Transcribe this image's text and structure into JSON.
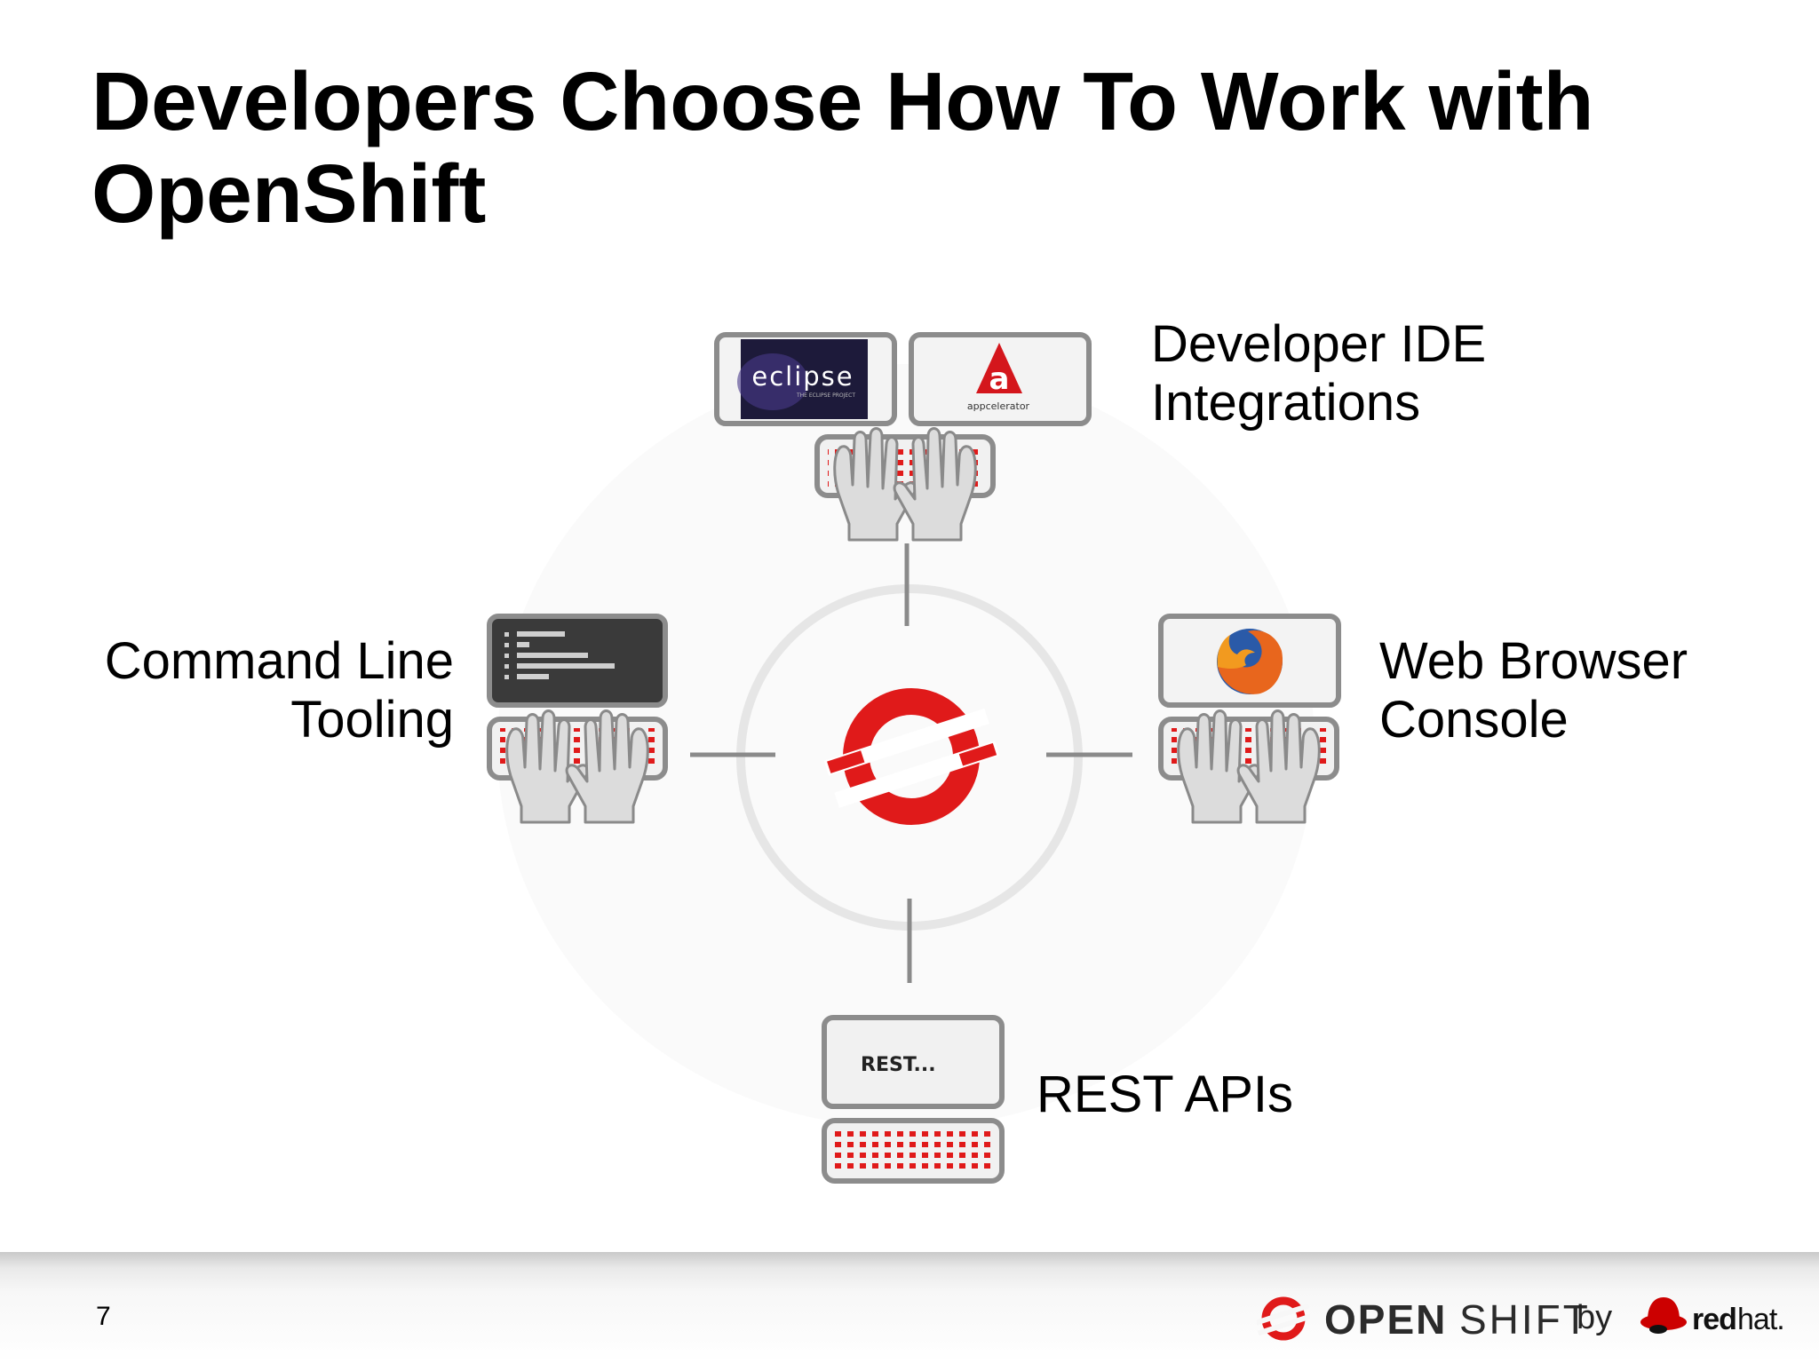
{
  "slide": {
    "title": "Developers Choose How To Work with OpenShift",
    "page_number": "7"
  },
  "quadrants": {
    "cli": {
      "line1": "Command Line",
      "line2": "Tooling"
    },
    "ide": {
      "line1": "Developer IDE",
      "line2": "Integrations"
    },
    "web": {
      "line1": "Web Browser",
      "line2": "Console"
    },
    "rest": {
      "label": "REST APIs"
    }
  },
  "screens": {
    "eclipse_text": "eclipse",
    "eclipse_subtext": "THE ECLIPSE PROJECT",
    "appcelerator_text": "appcelerator",
    "rest_text": "REST..."
  },
  "footer": {
    "brand_open": "OPEN",
    "brand_shift": "SHIFT",
    "brand_by": "by",
    "brand_red": "red",
    "brand_hat": "hat."
  },
  "colors": {
    "accent_red": "#e01a1a",
    "outline_gray": "#8c8c8c",
    "ring_gray": "#e4e4e4",
    "terminal_dark": "#3a3a3a"
  },
  "icons": [
    "openshift-logo-icon",
    "keyboard-hands-icon",
    "terminal-icon",
    "eclipse-icon",
    "appcelerator-icon",
    "firefox-icon",
    "redhat-shadowman-icon"
  ]
}
